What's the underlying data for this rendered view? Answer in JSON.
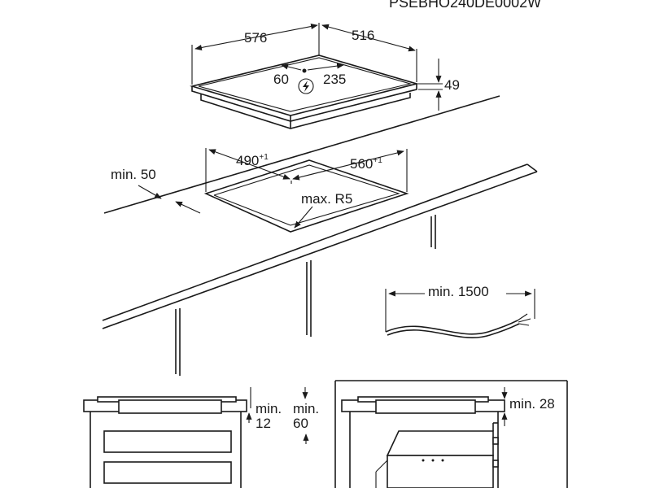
{
  "diagram": {
    "model_code": "PSEBHO240DE0002W",
    "hob": {
      "width": "576",
      "depth": "516",
      "height": "49",
      "conn_left": "60",
      "conn_right": "235"
    },
    "cutout": {
      "width": "490",
      "width_tol": "+1",
      "depth": "560",
      "depth_tol": "+1",
      "radius": "max. R5",
      "wall_min": "min. 50"
    },
    "cable": {
      "length": "min. 1500"
    },
    "section_left": {
      "label_a_line1": "min.",
      "label_a_line2": "12",
      "label_b_line1": "min.",
      "label_b_line2": "60"
    },
    "section_right": {
      "label": "min. 28"
    },
    "colors": {
      "line": "#1a1a1a",
      "background": "#ffffff"
    }
  }
}
